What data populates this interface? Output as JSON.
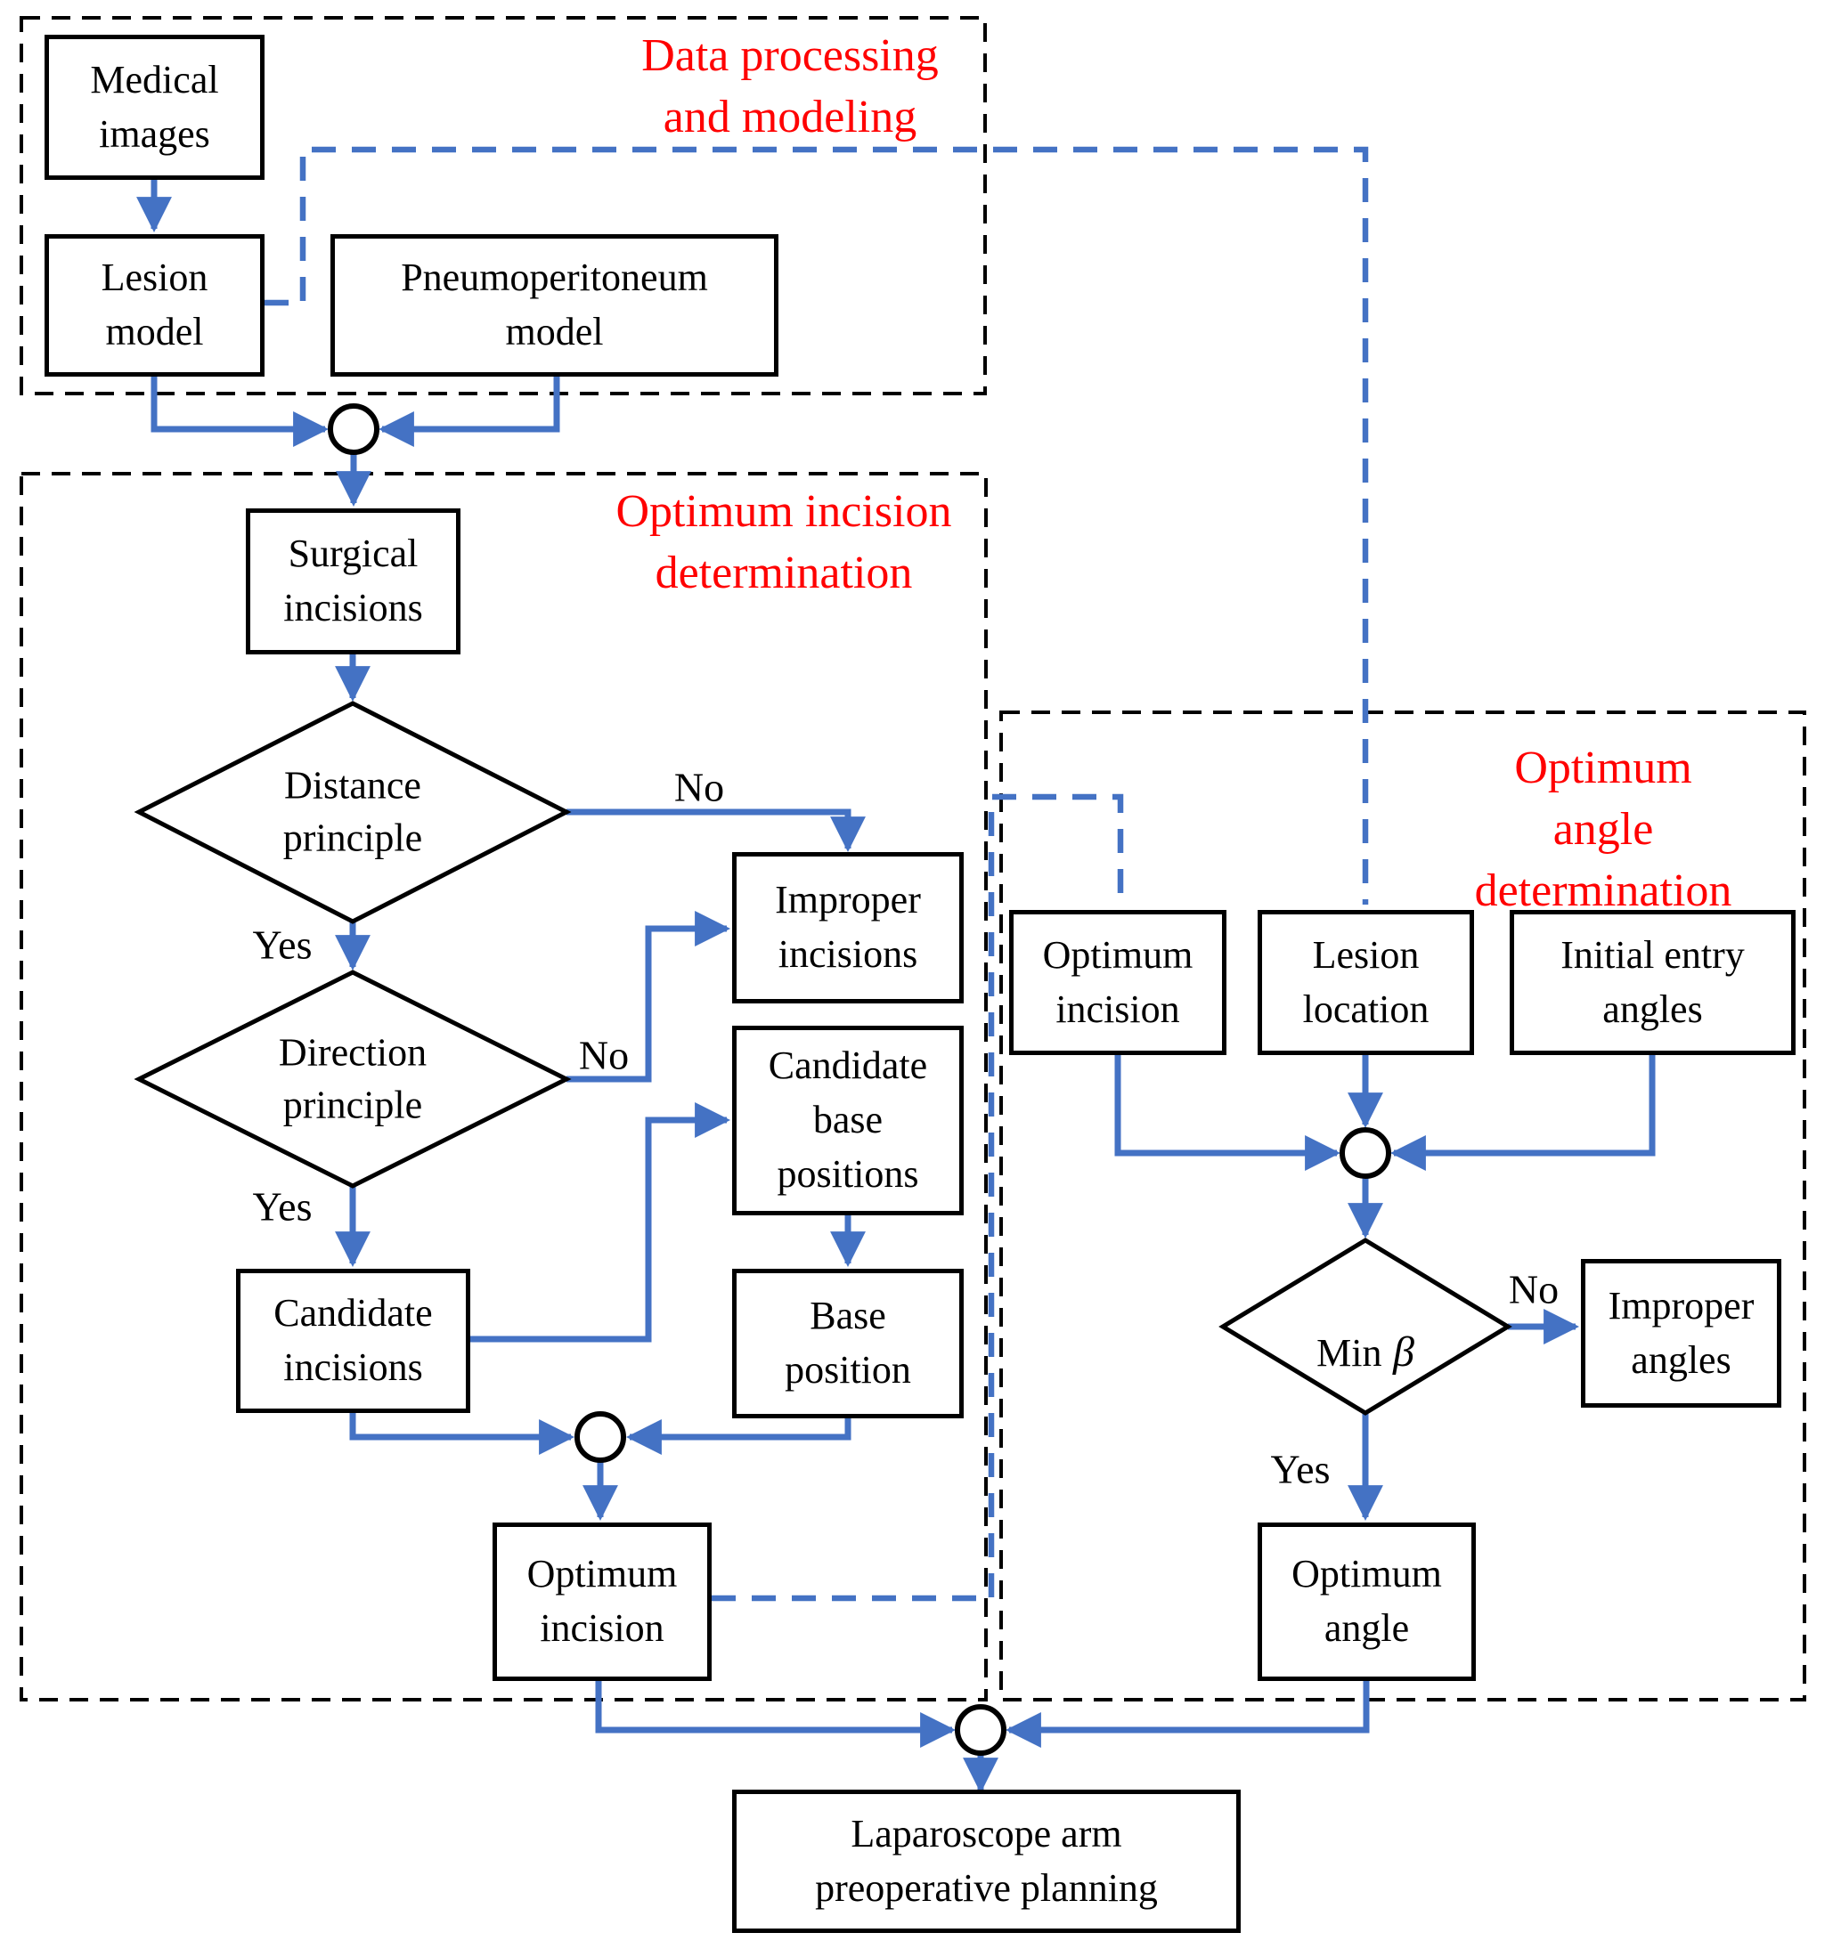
{
  "colors": {
    "connector_blue": "#4472C4",
    "section_title_red": "#FF0000",
    "shape_outline_black": "#000000",
    "background_white": "#ffffff"
  },
  "regions": {
    "data_processing": {
      "title": "Data processing\nand modeling"
    },
    "optimum_incision": {
      "title": "Optimum incision\ndetermination"
    },
    "optimum_angle": {
      "title": "Optimum angle\ndetermination"
    }
  },
  "nodes": {
    "medical_images": "Medical\nimages",
    "lesion_model": "Lesion\nmodel",
    "pneumoperitoneum_model": "Pneumoperitoneum\nmodel",
    "surgical_incisions": "Surgical\nincisions",
    "improper_incisions": "Improper\nincisions",
    "candidate_base_positions": "Candidate\nbase\npositions",
    "candidate_incisions": "Candidate\nincisions",
    "base_position": "Base\nposition",
    "optimum_incision_left": "Optimum\nincision",
    "optimum_incision_right": "Optimum\nincision",
    "lesion_location": "Lesion\nlocation",
    "initial_entry_angles": "Initial entry\nangles",
    "improper_angles": "Improper\nangles",
    "optimum_angle": "Optimum\nangle",
    "laparoscope_planning": "Laparoscope arm\npreoperative planning"
  },
  "decisions": {
    "distance_principle": "Distance\nprinciple",
    "direction_principle": "Direction\nprinciple",
    "min_beta_prefix": "Min",
    "min_beta_symbol": "β"
  },
  "edge_labels": {
    "yes": "Yes",
    "no": "No"
  }
}
